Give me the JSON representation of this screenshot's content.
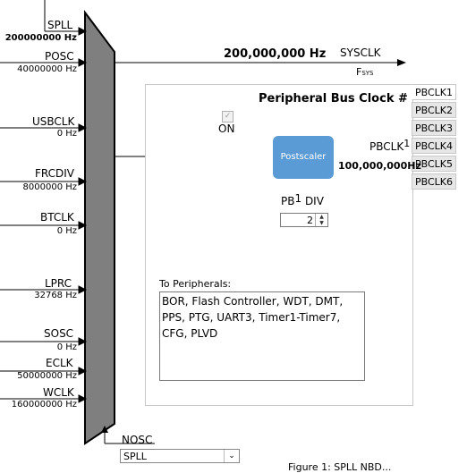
{
  "inputs": [
    {
      "name": "SPLL",
      "freq": "200000000 Hz"
    },
    {
      "name": "POSC",
      "freq": "40000000 Hz"
    },
    {
      "name": "USBCLK",
      "freq": "0 Hz"
    },
    {
      "name": "FRCDIV",
      "freq": "8000000 Hz"
    },
    {
      "name": "BTCLK",
      "freq": "0 Hz"
    },
    {
      "name": "LPRC",
      "freq": "32768 Hz"
    },
    {
      "name": "SOSC",
      "freq": "0 Hz"
    },
    {
      "name": "ECLK",
      "freq": "50000000 Hz"
    },
    {
      "name": "WCLK",
      "freq": "160000000 Hz"
    }
  ],
  "sysclk": {
    "freq": "200,000,000 Hz",
    "label": "SYSCLK",
    "sub": "F",
    "sub_small": "SYS"
  },
  "panel": {
    "title": "Peripheral Bus Clock #",
    "num": "1",
    "on_label": "ON",
    "on_checked": true
  },
  "postscaler": {
    "label": "Postscaler"
  },
  "pbclk_out": {
    "label": "PBCLK",
    "num": "1",
    "freq": "100,000,000Hz"
  },
  "pbdiv": {
    "label_prefix": "PB",
    "label_num": "1",
    "label_suffix": "DIV",
    "value": "2"
  },
  "tabs": [
    "PBCLK1",
    "PBCLK2",
    "PBCLK3",
    "PBCLK4",
    "PBCLK5",
    "PBCLK6"
  ],
  "peripherals": {
    "label": "To Peripherals:",
    "text": "BOR, Flash Controller, WDT, DMT, PPS, PTG, UART3, Timer1-Timer7, CFG, PLVD"
  },
  "nosc": {
    "label": "NOSC",
    "selected": "SPLL"
  },
  "caption": "Figure 1: SPLL NBD..."
}
